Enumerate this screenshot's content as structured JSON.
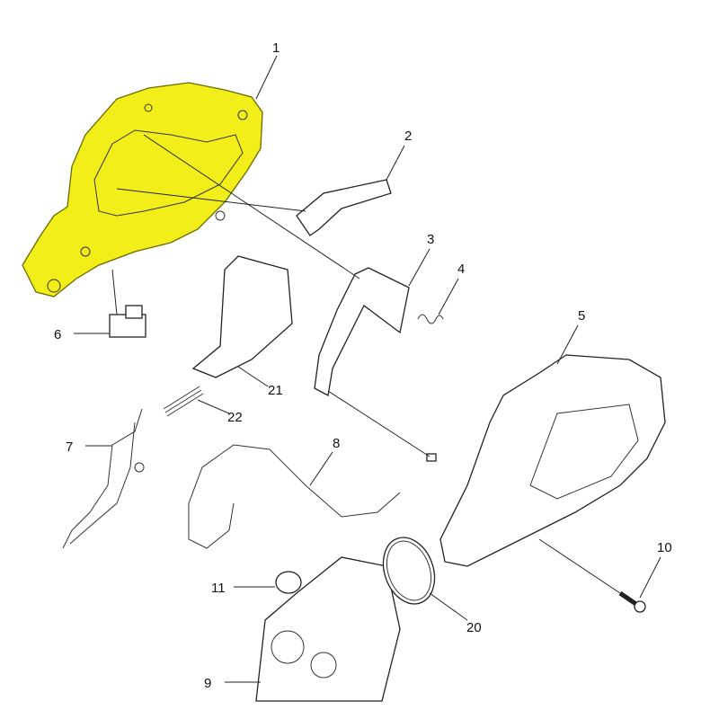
{
  "diagram": {
    "highlight_color": "#f2ee1a",
    "parts": [
      {
        "id": "1"
      },
      {
        "id": "2"
      },
      {
        "id": "3"
      },
      {
        "id": "4"
      },
      {
        "id": "5"
      },
      {
        "id": "6"
      },
      {
        "id": "7"
      },
      {
        "id": "8"
      },
      {
        "id": "9"
      },
      {
        "id": "10"
      },
      {
        "id": "11"
      },
      {
        "id": "20"
      },
      {
        "id": "21"
      },
      {
        "id": "22"
      }
    ],
    "highlighted_part": "1"
  }
}
